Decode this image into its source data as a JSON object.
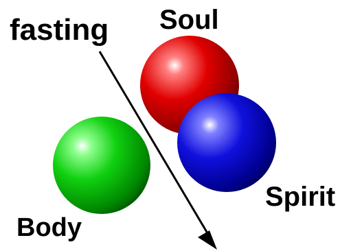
{
  "labels": {
    "fasting": "fasting",
    "soul": "Soul",
    "spirit": "Spirit",
    "body": "Body"
  },
  "spheres": {
    "soul": {
      "color": "#e00000"
    },
    "spirit": {
      "color": "#0000dd"
    },
    "body": {
      "color": "#00cc00"
    }
  },
  "arrow": {
    "color": "#000000"
  }
}
